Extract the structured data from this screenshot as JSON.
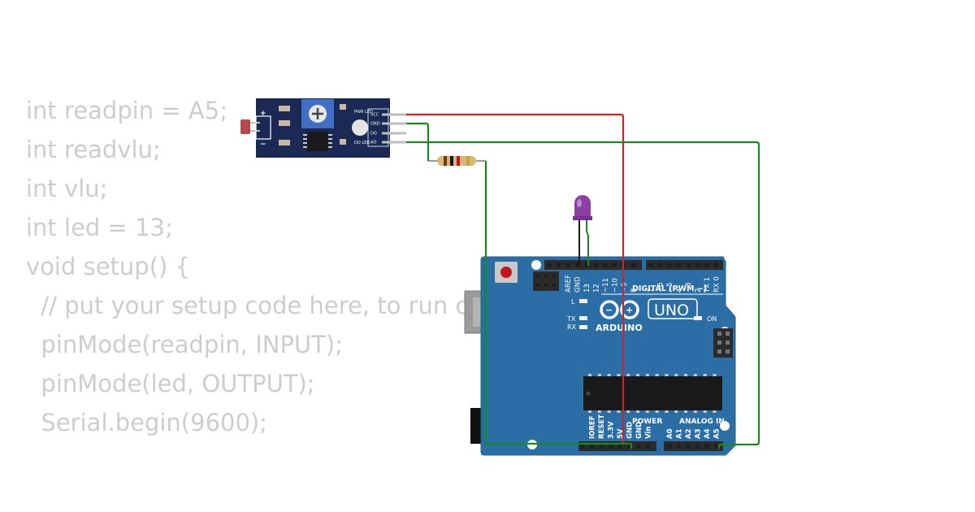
{
  "code_lines": [
    "int readpin = A5;",
    "int readvlu;",
    "int vlu;",
    "int led = 13;",
    "void setup() {",
    "  // put your setup code here, to run once:",
    "  pinMode(readpin, INPUT);",
    "  pinMode(led, OUTPUT);",
    "  Serial.begin(9600);"
  ],
  "sensor": {
    "plus": "+",
    "minus": "−",
    "pwr_led": "PWR LED",
    "do_led": "DO LED",
    "pins": [
      "VCC",
      "GND",
      "DO",
      "AO"
    ]
  },
  "arduino": {
    "brand": "ARDUINO",
    "model": "UNO",
    "digital_label": "DIGITAL (PWM ~)",
    "power_label": "POWER",
    "analog_label": "ANALOG IN",
    "led_l": "L",
    "led_tx": "TX",
    "led_rx": "RX",
    "on_label": "ON",
    "digital_pins": [
      "AREF",
      "GND",
      "13",
      "12",
      "~11",
      "~10",
      "~9",
      "8",
      "7",
      "~6",
      "~5",
      "4",
      "~3",
      "2",
      "TX 1",
      "RX 0"
    ],
    "power_pins": [
      "IOREF",
      "RESET",
      "3.3V",
      "5V",
      "GND",
      "GND",
      "Vin"
    ],
    "analog_pins": [
      "A0",
      "A1",
      "A2",
      "A3",
      "A4",
      "A5"
    ]
  },
  "colors": {
    "board": "#2b6ea6",
    "sensor_board": "#1b2a55",
    "wire_red": "#d61f26",
    "wire_green": "#1a8a1a",
    "led": "#8e3fa6"
  }
}
